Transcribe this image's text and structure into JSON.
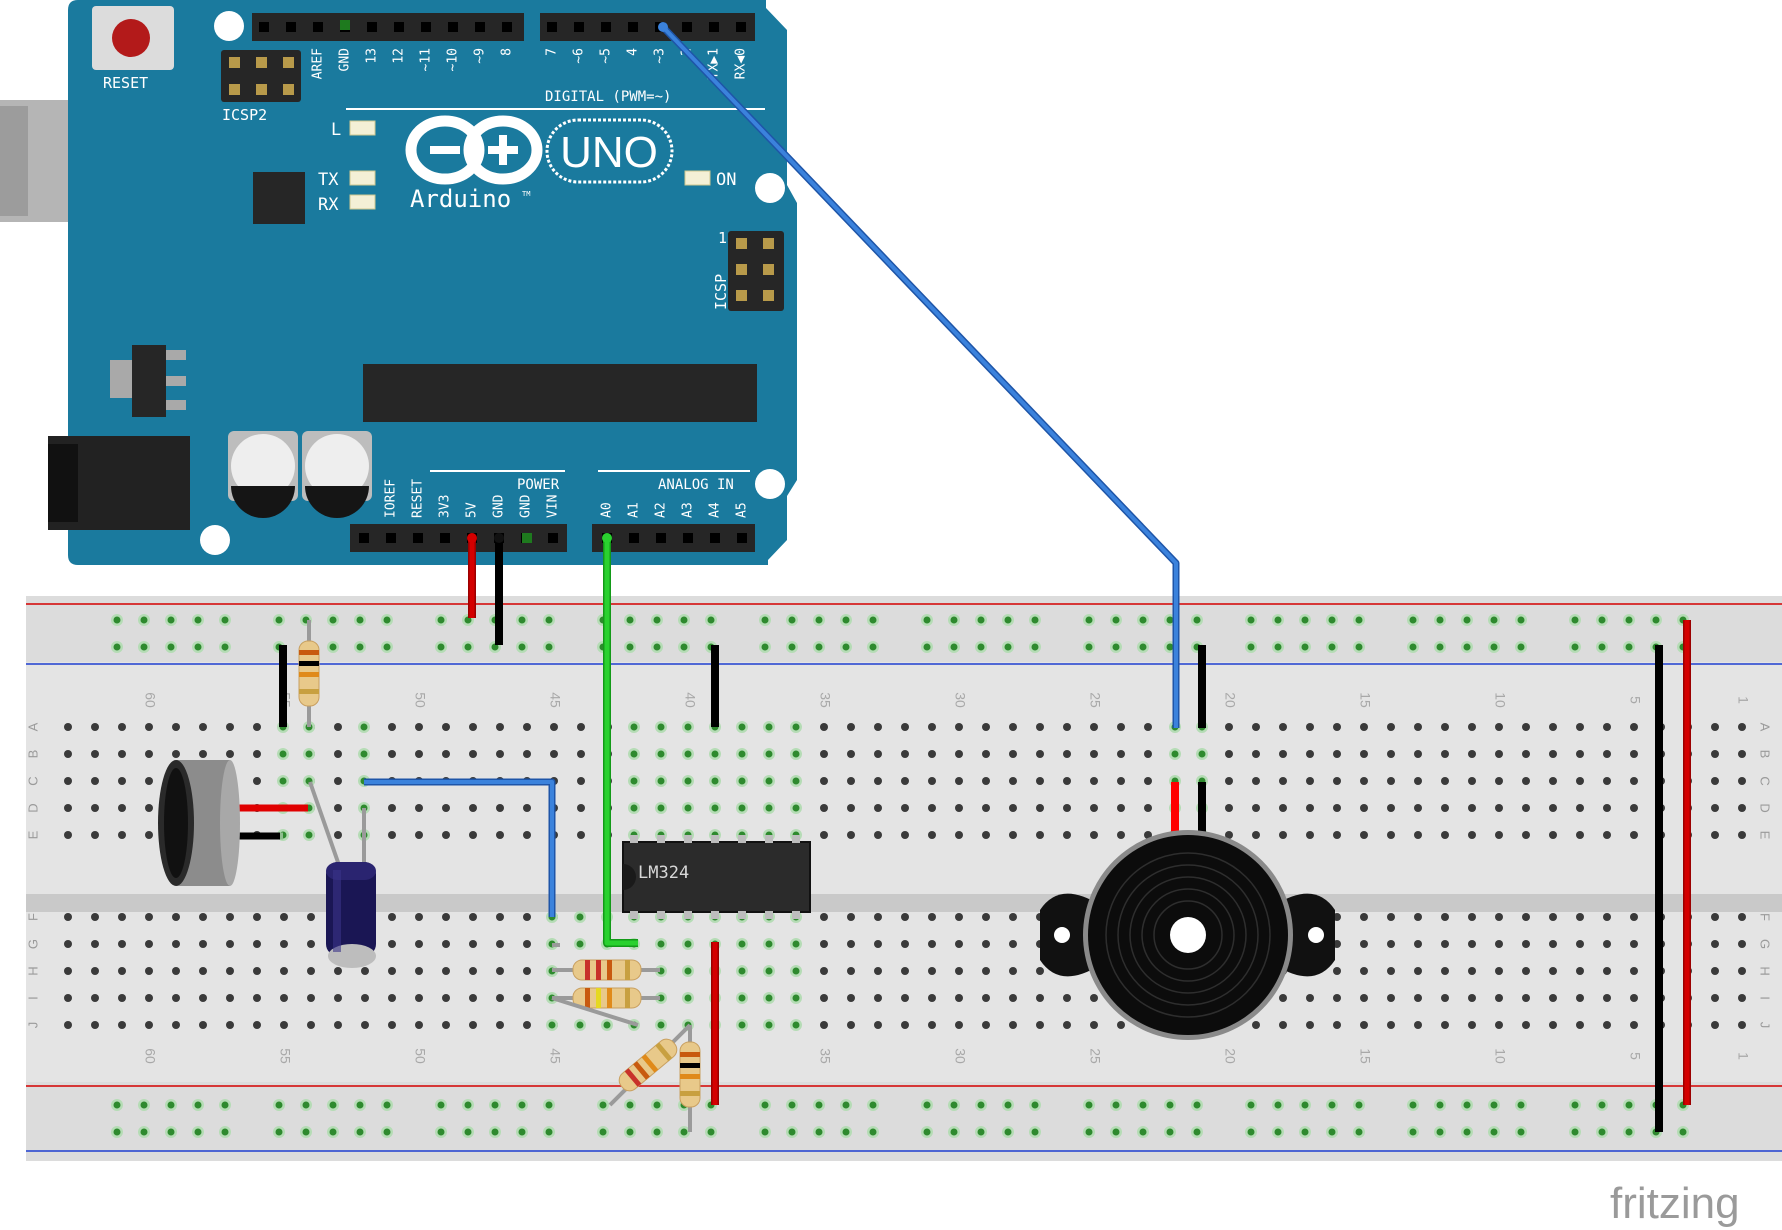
{
  "arduino": {
    "reset_label": "RESET",
    "icsp2_label": "ICSP2",
    "icsp_label": "ICSP",
    "icsp_pin1_label": "1",
    "logo_text": "Arduino",
    "logo_tm": "TM",
    "model_text": "UNO",
    "digital_header_label": "DIGITAL (PWM=~)",
    "power_header_label": "POWER",
    "analog_header_label": "ANALOG IN",
    "led_l_label": "L",
    "led_tx_label": "TX",
    "led_rx_label": "RX",
    "led_on_label": "ON",
    "digital_pins_left": [
      "AREF",
      "GND",
      "13",
      "12",
      "~11",
      "~10",
      "~9",
      "8"
    ],
    "digital_pins_right": [
      "7",
      "~6",
      "~5",
      "4",
      "~3",
      "2",
      "TX▶1",
      "RX◀0"
    ],
    "power_pins": [
      "IOREF",
      "RESET",
      "3V3",
      "5V",
      "GND",
      "GND",
      "VIN"
    ],
    "analog_pins": [
      "A0",
      "A1",
      "A2",
      "A3",
      "A4",
      "A5"
    ],
    "board_color": "#1a7a9e"
  },
  "breadboard": {
    "row_labels": [
      "A",
      "B",
      "C",
      "D",
      "E",
      "F",
      "G",
      "H",
      "I",
      "J"
    ],
    "column_numbers": [
      "60",
      "55",
      "50",
      "45",
      "40",
      "35",
      "30",
      "25",
      "20",
      "15",
      "10",
      "5",
      "1"
    ]
  },
  "ic_label": "LM324",
  "watermark": "fritzing",
  "wire_colors": {
    "red": "#d40000",
    "black": "#1c1c1c",
    "blue": "#2f74d0",
    "green": "#27c22b",
    "grey": "#9a9a9a"
  }
}
